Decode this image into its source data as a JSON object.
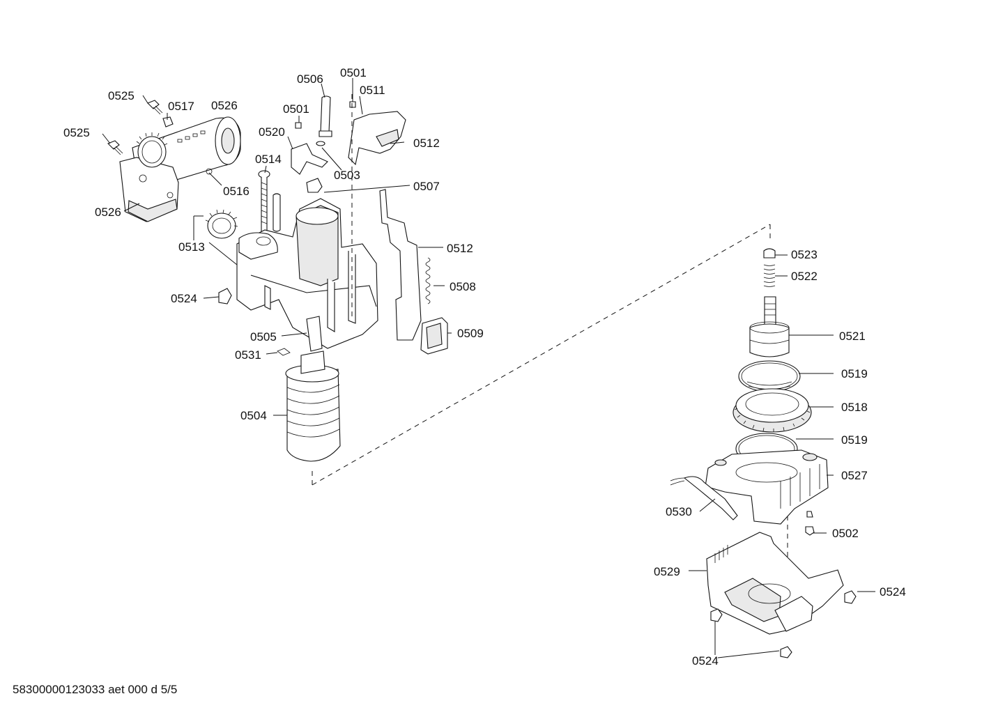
{
  "callouts": [
    {
      "id": "c0525a",
      "label": "0525"
    },
    {
      "id": "c0517",
      "label": "0517"
    },
    {
      "id": "c0526a",
      "label": "0526"
    },
    {
      "id": "c0525b",
      "label": "0525"
    },
    {
      "id": "c0526b",
      "label": "0526"
    },
    {
      "id": "c0506",
      "label": "0506"
    },
    {
      "id": "c0501a",
      "label": "0501"
    },
    {
      "id": "c0511",
      "label": "0511"
    },
    {
      "id": "c0501b",
      "label": "0501"
    },
    {
      "id": "c0520",
      "label": "0520"
    },
    {
      "id": "c0512a",
      "label": "0512"
    },
    {
      "id": "c0514",
      "label": "0514"
    },
    {
      "id": "c0503",
      "label": "0503"
    },
    {
      "id": "c0516",
      "label": "0516"
    },
    {
      "id": "c0507",
      "label": "0507"
    },
    {
      "id": "c0513",
      "label": "0513"
    },
    {
      "id": "c0512b",
      "label": "0512"
    },
    {
      "id": "c0508",
      "label": "0508"
    },
    {
      "id": "c0524a",
      "label": "0524"
    },
    {
      "id": "c0509",
      "label": "0509"
    },
    {
      "id": "c0505",
      "label": "0505"
    },
    {
      "id": "c0531",
      "label": "0531"
    },
    {
      "id": "c0504",
      "label": "0504"
    },
    {
      "id": "c0523",
      "label": "0523"
    },
    {
      "id": "c0522",
      "label": "0522"
    },
    {
      "id": "c0521",
      "label": "0521"
    },
    {
      "id": "c0519a",
      "label": "0519"
    },
    {
      "id": "c0518",
      "label": "0518"
    },
    {
      "id": "c0519b",
      "label": "0519"
    },
    {
      "id": "c0527",
      "label": "0527"
    },
    {
      "id": "c0530",
      "label": "0530"
    },
    {
      "id": "c0502",
      "label": "0502"
    },
    {
      "id": "c0529",
      "label": "0529"
    },
    {
      "id": "c0524b",
      "label": "0524"
    },
    {
      "id": "c0524c",
      "label": "0524"
    }
  ],
  "footer": {
    "document_code": "58300000123033 aet 000 d 5/5"
  }
}
